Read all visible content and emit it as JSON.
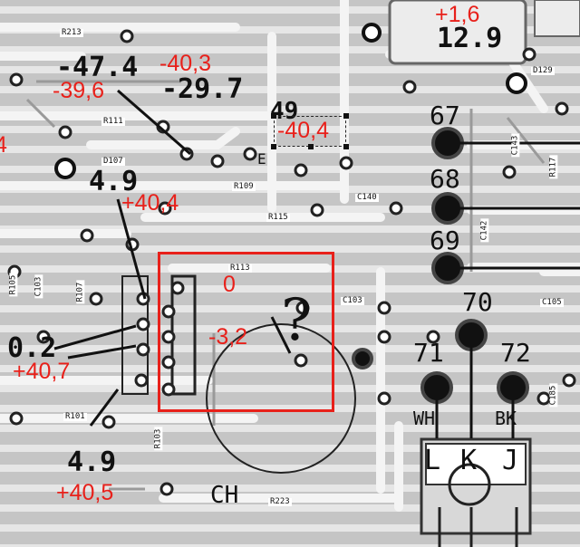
{
  "board": {
    "chip_labels": {
      "r213": "R213",
      "r111": "R111",
      "r109": "R109",
      "r115": "R115",
      "r113": "R113",
      "r101": "R101",
      "r105": "R105",
      "r107": "R107",
      "r103": "R103",
      "r223": "R223",
      "r117": "R117",
      "d107": "D107",
      "d129": "D129",
      "c140": "C140",
      "c103": "C103",
      "c103b": "C103",
      "c105": "C105",
      "c185": "C185",
      "c142": "C142",
      "c143": "C143"
    },
    "printed_values": {
      "v_47_4": "-47.4",
      "v_29_7": "-29.7",
      "v_49": "49",
      "v_4_9_upper": "4.9",
      "v_0_2": "0.2",
      "v_4_9_lower": "4.9",
      "v_12_9": "12.9",
      "v_e_upper": "E",
      "ch": "CH"
    },
    "connector_pins": {
      "p67": "67",
      "p68": "68",
      "p69": "69",
      "p70": "70",
      "p71": "71",
      "p72": "72"
    },
    "connector_letters": {
      "wh": "WH",
      "bk": "BK",
      "l": "L",
      "k": "K",
      "j": "J"
    }
  },
  "annotations": {
    "red_labels": {
      "a_plus_1_6": "+1,6",
      "a_minus_40_3": "-40,3",
      "a_minus_39_6": "-39,6",
      "a_minus_40_4": "-40,4",
      "a_plus_40_4": "+40,4",
      "a_zero": "0",
      "a_minus_3_2": "-3,2",
      "a_plus_40_7": "+40,7",
      "a_plus_40_5": "+40,5",
      "a_edge_4": "4"
    },
    "question_mark": "?",
    "highlight_color": "#e8201a"
  }
}
